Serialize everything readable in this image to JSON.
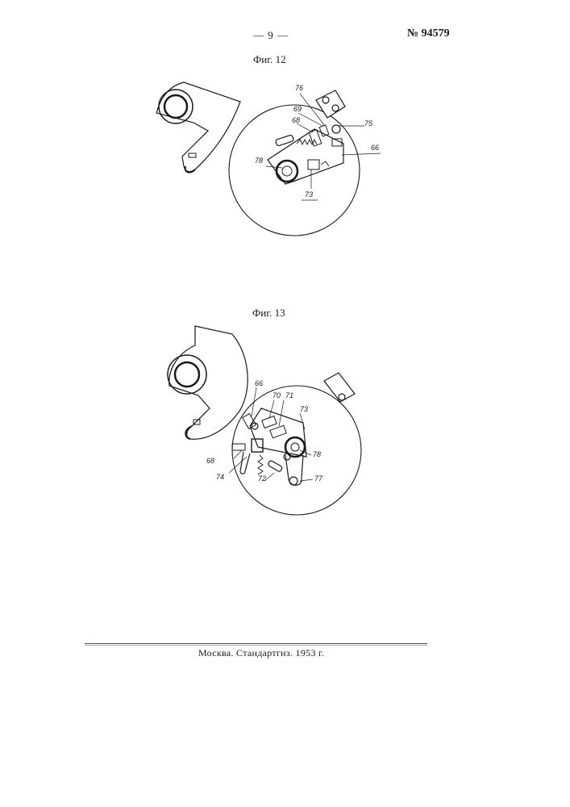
{
  "header": {
    "page_number": "— 9 —",
    "patent_number": "№ 94579"
  },
  "figures": [
    {
      "caption": "Фиг. 12",
      "labels": {
        "l76": "76",
        "l69": "69",
        "l68": "68",
        "l75": "75",
        "l66": "66",
        "l78": "78",
        "l73": "73"
      }
    },
    {
      "caption": "Фиг. 13",
      "labels": {
        "l66": "66",
        "l70": "70",
        "l71": "71",
        "l73": "73",
        "l68": "68",
        "l78": "78",
        "l74": "74",
        "l72": "72",
        "l77": "77"
      }
    }
  ],
  "footer": {
    "imprint": "Москва. Стандартгиз. 1953 г."
  }
}
